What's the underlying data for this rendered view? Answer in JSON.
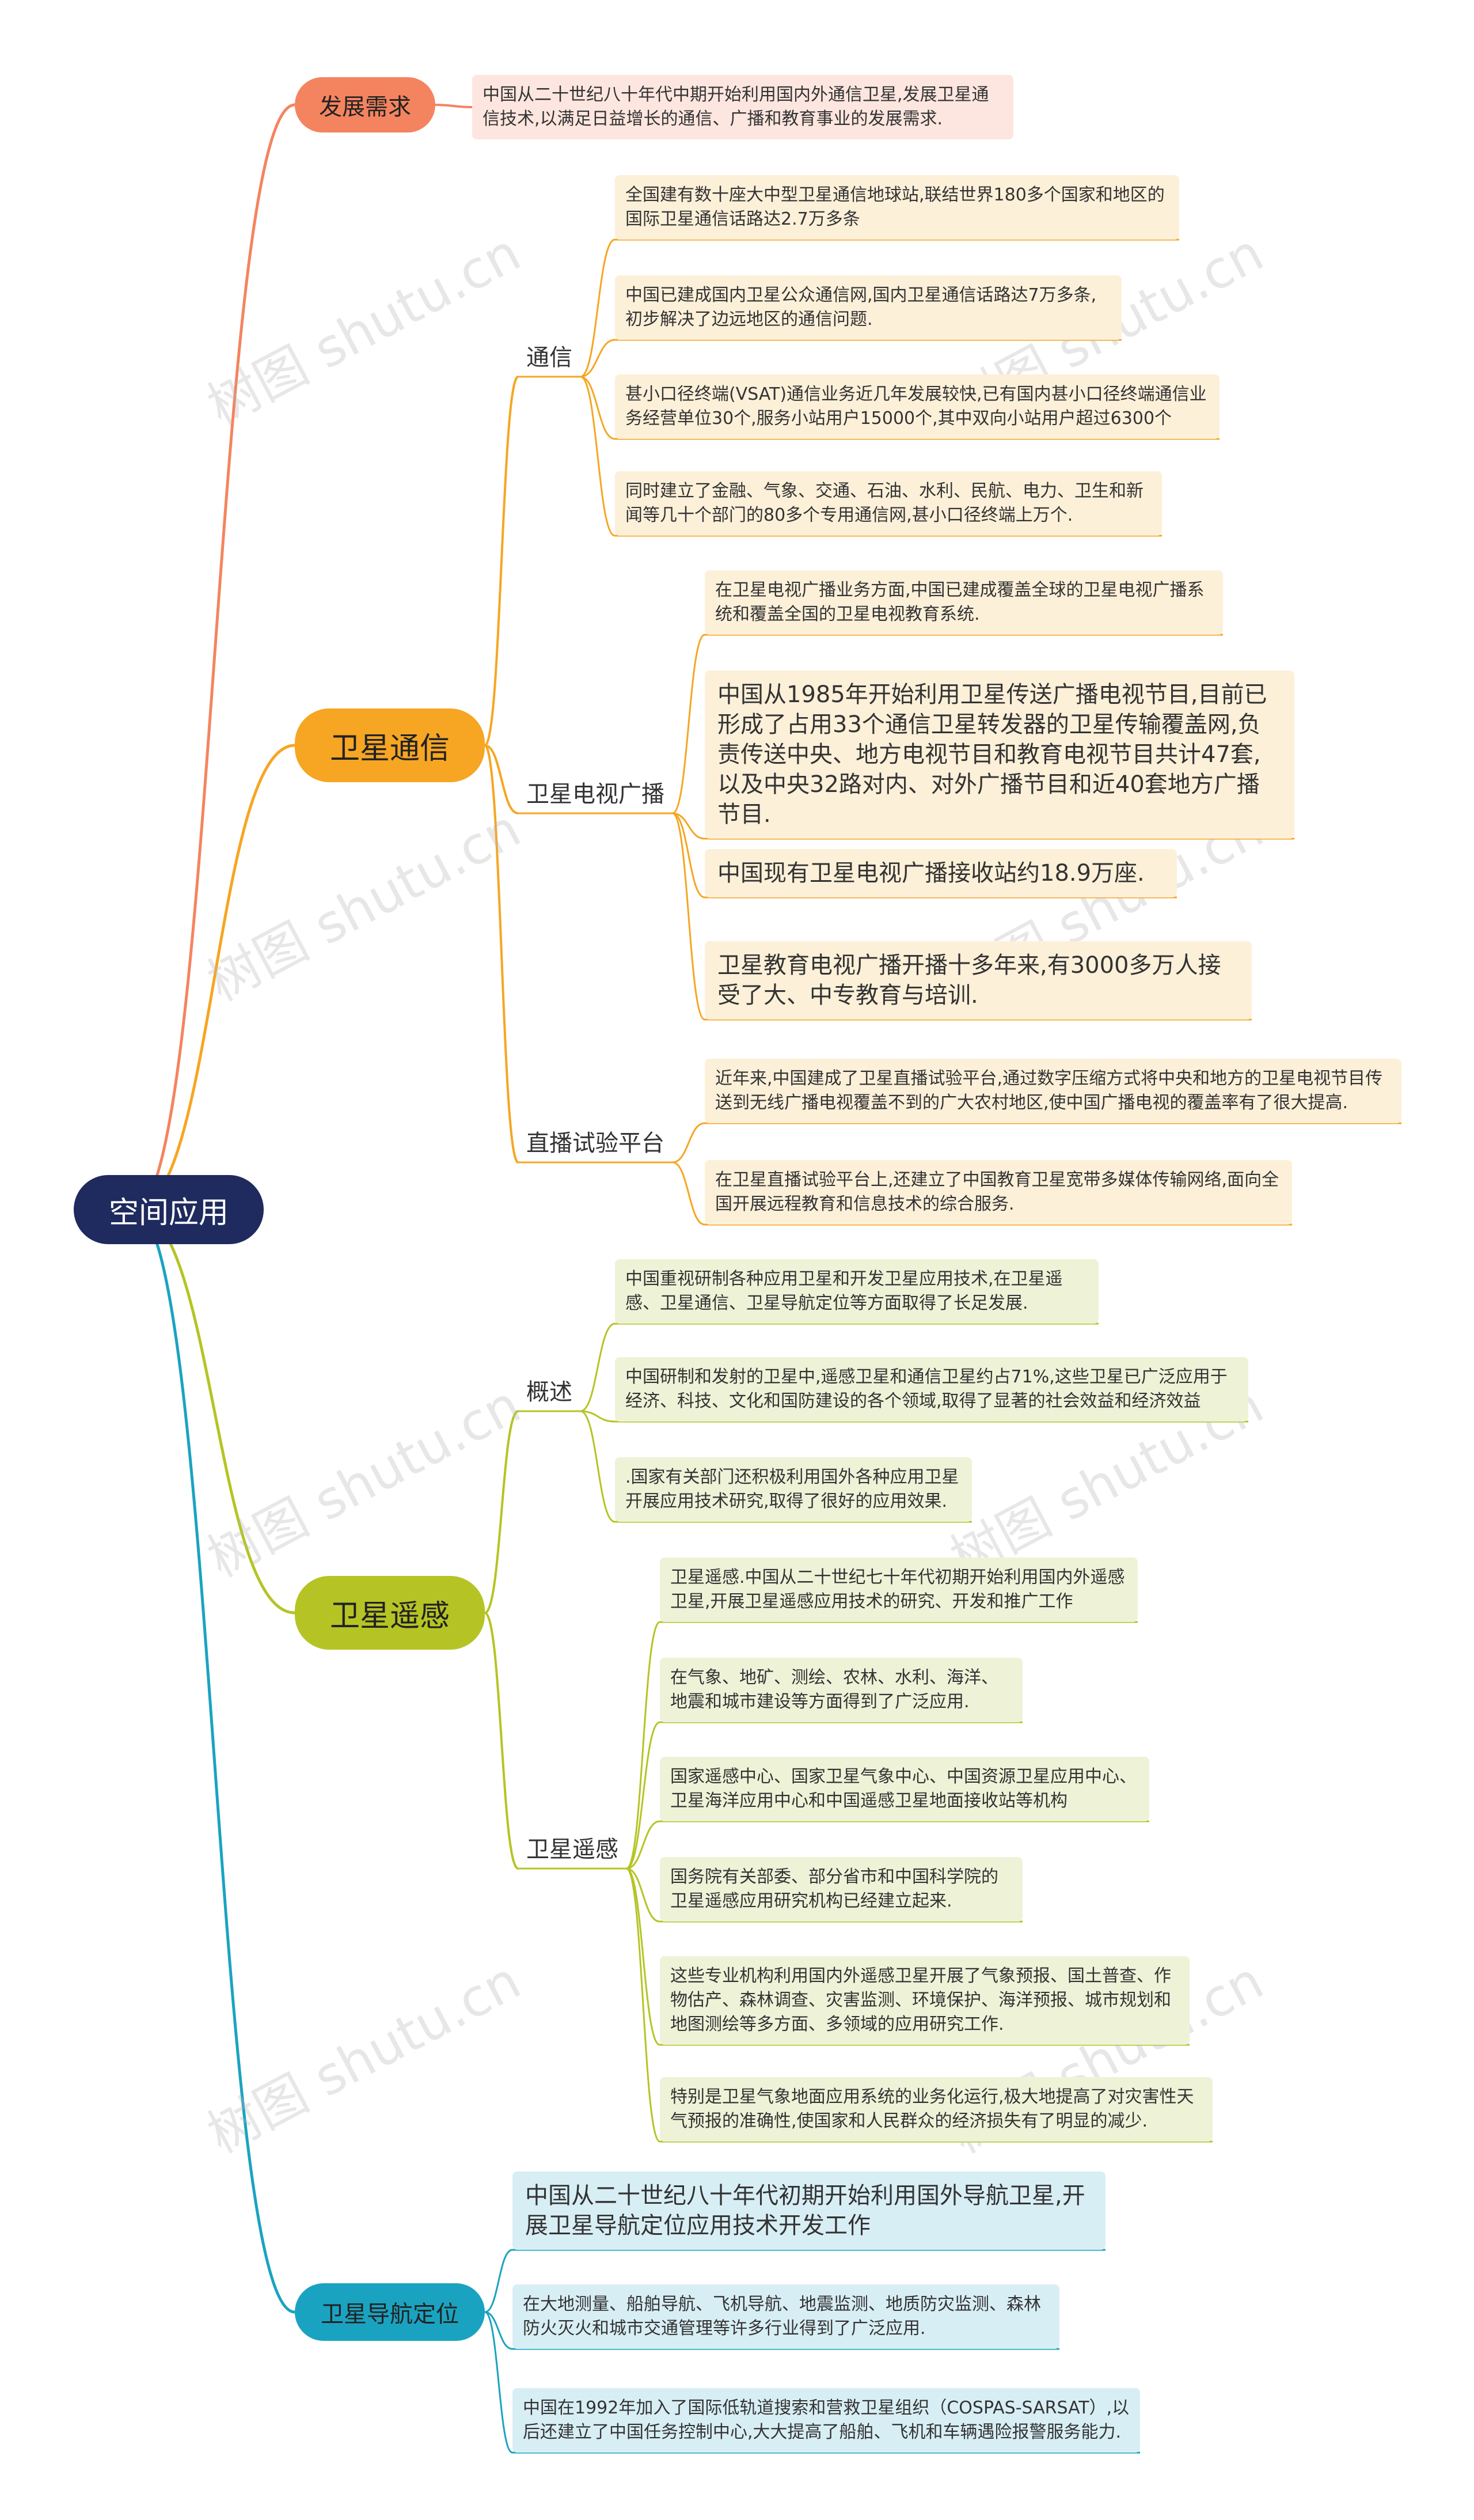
{
  "root": "空间应用",
  "watermark": "树图 shutu.cn",
  "colors": {
    "root": "#1f2a5e",
    "demand": "#f4845f",
    "comm": "#f6a623",
    "remote": "#b5c424",
    "nav": "#1aa3c0"
  },
  "demand": {
    "label": "发展需求",
    "text": "中国从二十世纪八十年代中期开始利用国内外通信卫星,发展卫星通信技术,以满足日益增长的通信、广播和教育事业的发展需求."
  },
  "comm": {
    "label": "卫星通信",
    "tongxin": {
      "label": "通信",
      "items": [
        "全国建有数十座大中型卫星通信地球站,联结世界180多个国家和地区的国际卫星通信话路达2.7万多条",
        "中国已建成国内卫星公众通信网,国内卫星通信话路达7万多条,初步解决了边远地区的通信问题.",
        "甚小口径终端(VSAT)通信业务近几年发展较快,已有国内甚小口径终端通信业务经营单位30个,服务小站用户15000个,其中双向小站用户超过6300个",
        "同时建立了金融、气象、交通、石油、水利、民航、电力、卫生和新闻等几十个部门的80多个专用通信网,甚小口径终端上万个."
      ]
    },
    "tv": {
      "label": "卫星电视广播",
      "items": [
        "在卫星电视广播业务方面,中国已建成覆盖全球的卫星电视广播系统和覆盖全国的卫星电视教育系统.",
        "中国从1985年开始利用卫星传送广播电视节目,目前已形成了占用33个通信卫星转发器的卫星传输覆盖网,负责传送中央、地方电视节目和教育电视节目共计47套,以及中央32路对内、对外广播节目和近40套地方广播节目.",
        "中国现有卫星电视广播接收站约18.9万座.",
        "卫星教育电视广播开播十多年来,有3000多万人接受了大、中专教育与培训."
      ]
    },
    "direct": {
      "label": "直播试验平台",
      "items": [
        "近年来,中国建成了卫星直播试验平台,通过数字压缩方式将中央和地方的卫星电视节目传送到无线广播电视覆盖不到的广大农村地区,使中国广播电视的覆盖率有了很大提高.",
        "在卫星直播试验平台上,还建立了中国教育卫星宽带多媒体传输网络,面向全国开展远程教育和信息技术的综合服务."
      ]
    }
  },
  "remote": {
    "label": "卫星遥感",
    "overview": {
      "label": "概述",
      "items": [
        "中国重视研制各种应用卫星和开发卫星应用技术,在卫星遥感、卫星通信、卫星导航定位等方面取得了长足发展.",
        "中国研制和发射的卫星中,遥感卫星和通信卫星约占71%,这些卫星已广泛应用于经济、科技、文化和国防建设的各个领域,取得了显著的社会效益和经济效益",
        ".国家有关部门还积极利用国外各种应用卫星开展应用技术研究,取得了很好的应用效果."
      ]
    },
    "rs": {
      "label": "卫星遥感",
      "items": [
        "卫星遥感.中国从二十世纪七十年代初期开始利用国内外遥感卫星,开展卫星遥感应用技术的研究、开发和推广工作",
        "在气象、地矿、测绘、农林、水利、海洋、地震和城市建设等方面得到了广泛应用.",
        "国家遥感中心、国家卫星气象中心、中国资源卫星应用中心、卫星海洋应用中心和中国遥感卫星地面接收站等机构",
        "国务院有关部委、部分省市和中国科学院的卫星遥感应用研究机构已经建立起来.",
        "这些专业机构利用国内外遥感卫星开展了气象预报、国土普查、作物估产、森林调查、灾害监测、环境保护、海洋预报、城市规划和地图测绘等多方面、多领域的应用研究工作.",
        "特别是卫星气象地面应用系统的业务化运行,极大地提高了对灾害性天气预报的准确性,使国家和人民群众的经济损失有了明显的减少."
      ]
    }
  },
  "nav": {
    "label": "卫星导航定位",
    "items": [
      "中国从二十世纪八十年代初期开始利用国外导航卫星,开展卫星导航定位应用技术开发工作",
      "在大地测量、船舶导航、飞机导航、地震监测、地质防灾监测、森林防火灭火和城市交通管理等许多行业得到了广泛应用.",
      "中国在1992年加入了国际低轨道搜索和营救卫星组织（COSPAS-SARSAT）,以后还建立了中国任务控制中心,大大提高了船舶、飞机和车辆遇险报警服务能力."
    ]
  }
}
